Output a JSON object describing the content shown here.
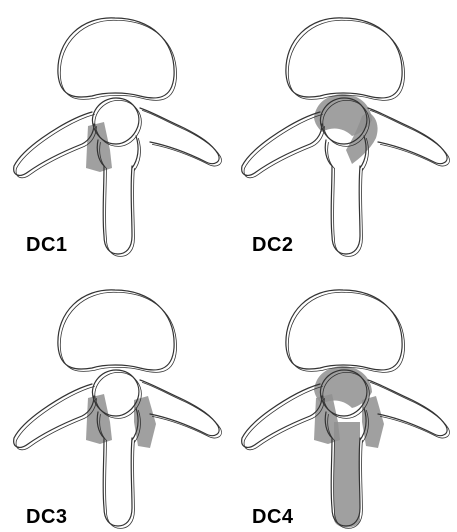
{
  "figure": {
    "panels": [
      {
        "id": "dc1",
        "label": "DC1",
        "shade_regions": [
          "left-lamina"
        ]
      },
      {
        "id": "dc2",
        "label": "DC2",
        "shade_regions": [
          "canal-rim",
          "right-lamina-upper"
        ]
      },
      {
        "id": "dc3",
        "label": "DC3",
        "shade_regions": [
          "left-lamina",
          "right-lamina"
        ]
      },
      {
        "id": "dc4",
        "label": "DC4",
        "shade_regions": [
          "canal-rim",
          "left-lamina",
          "right-lamina",
          "spinous-process"
        ]
      }
    ],
    "colors": {
      "outline": "#333333",
      "shade": "#8f8f8f",
      "background": "#ffffff"
    }
  }
}
